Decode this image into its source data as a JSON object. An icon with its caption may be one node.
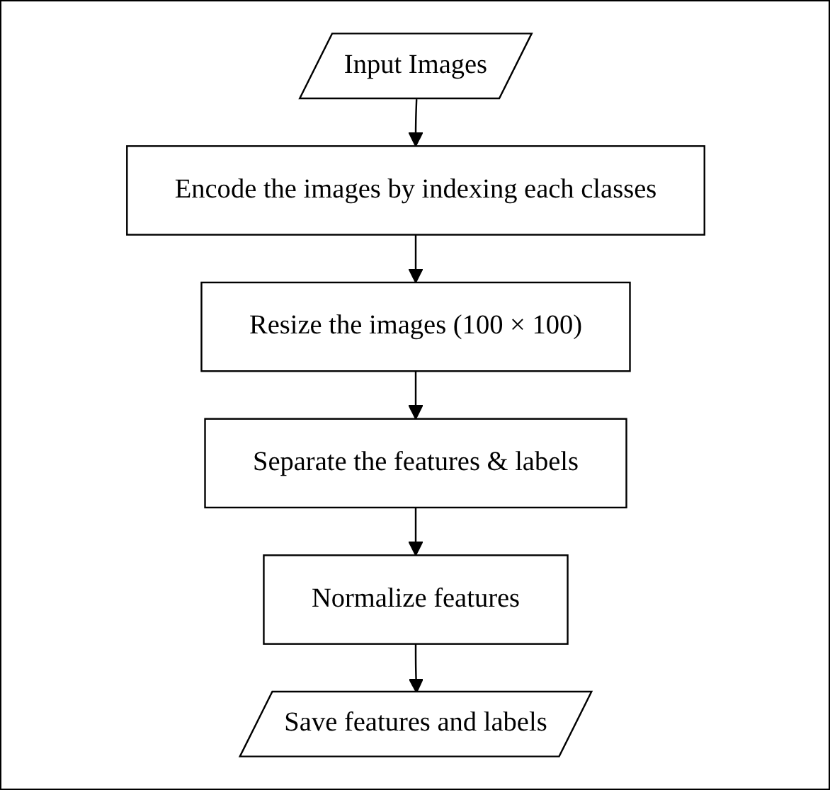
{
  "diagram": {
    "nodes": [
      {
        "text": [
          "Input Images"
        ]
      },
      {
        "text": [
          "Encode the images by indexing each classes"
        ]
      },
      {
        "text": [
          "Resize the images (100 × 100)"
        ]
      },
      {
        "text": [
          "Separate the features & labels"
        ]
      },
      {
        "text": [
          "Normalize features"
        ]
      },
      {
        "text": [
          "Save features and labels"
        ]
      }
    ],
    "edges": [
      {
        "from": 0,
        "to": 1,
        "arrow": "to"
      },
      {
        "from": 1,
        "to": 2,
        "arrow": "to"
      },
      {
        "from": 2,
        "to": 3,
        "arrow": "to"
      },
      {
        "from": 3,
        "to": 4,
        "arrow": "to"
      },
      {
        "from": 4,
        "to": 5,
        "arrow": "to"
      }
    ]
  }
}
